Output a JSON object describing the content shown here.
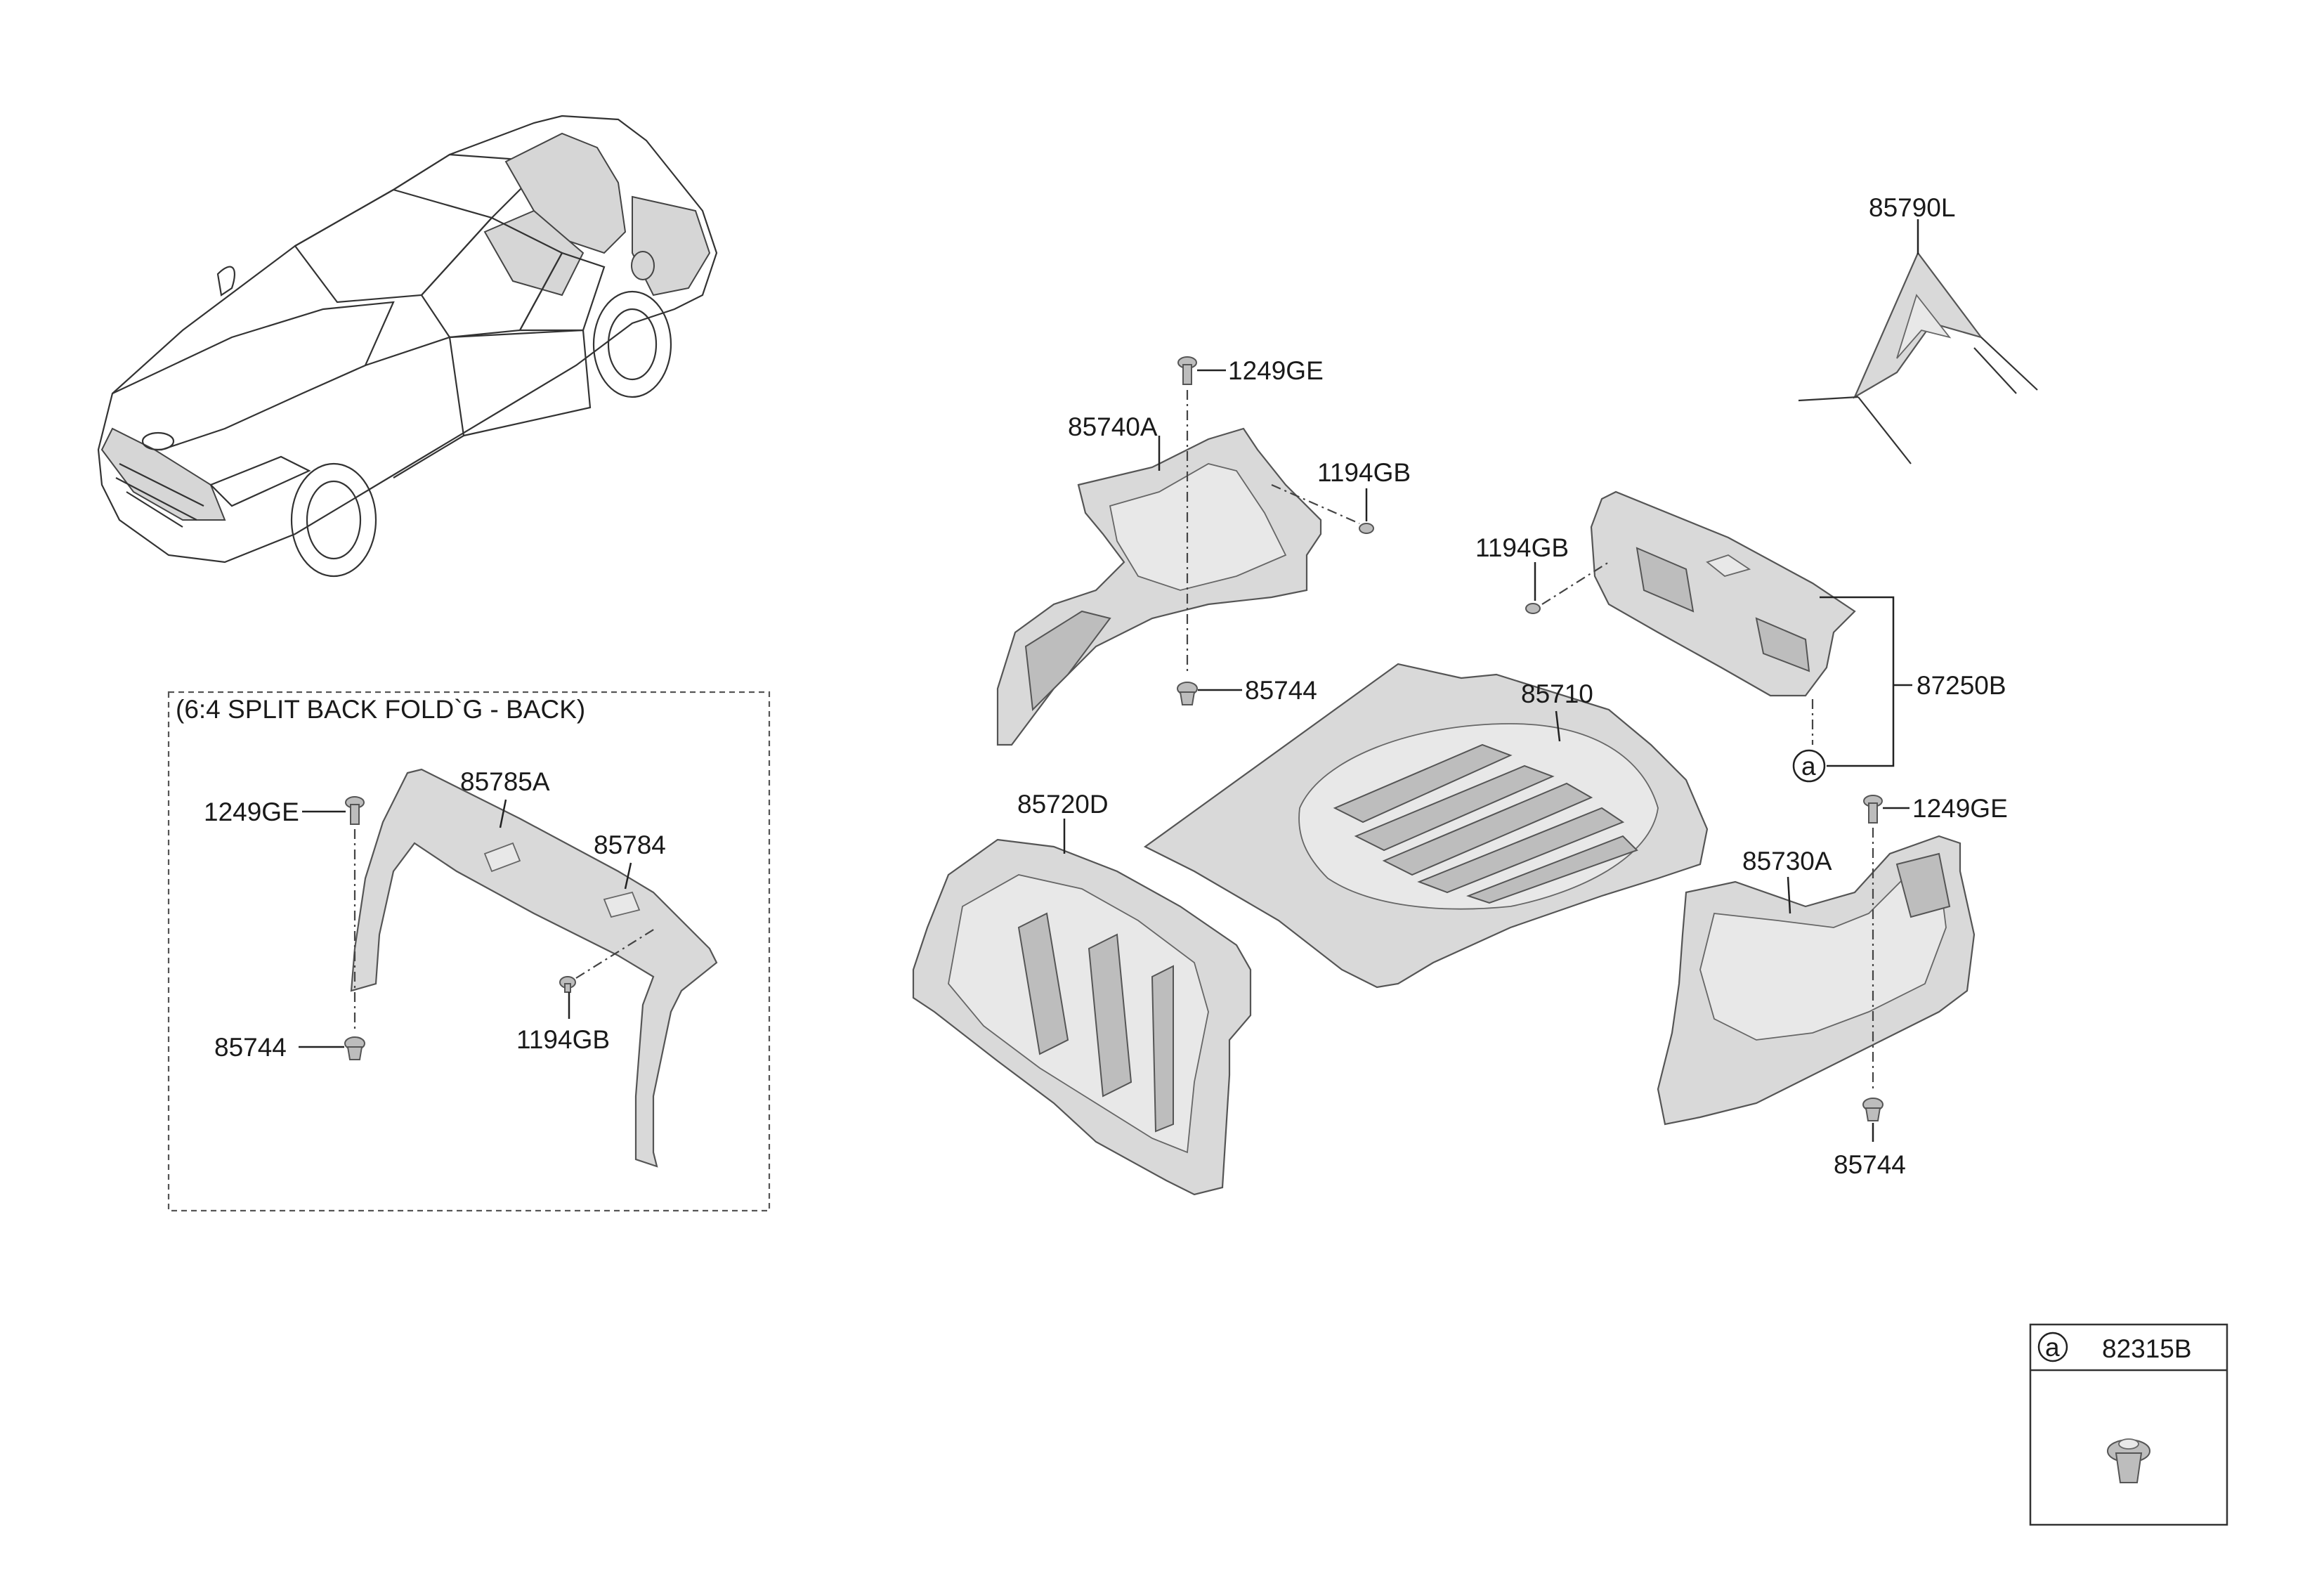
{
  "inset": {
    "caption": "(6:4 SPLIT BACK FOLD`G - BACK)",
    "labels": {
      "p1249ge": "1249GE",
      "p85785a": "85785A",
      "p85784": "85784",
      "p85744": "85744",
      "p1194gb": "1194GB"
    }
  },
  "main": {
    "labels": {
      "p1249ge_left": "1249GE",
      "p85740a": "85740A",
      "p1194gb_left": "1194GB",
      "p85744_left": "85744",
      "p85790l": "85790L",
      "p1194gb_right": "1194GB",
      "p87250b": "87250B",
      "p85710": "85710",
      "p85720d": "85720D",
      "p1249ge_right": "1249GE",
      "p85730a": "85730A",
      "p85744_right": "85744"
    },
    "callout_symbol": "a"
  },
  "legend": {
    "symbol": "a",
    "part": "82315B"
  }
}
